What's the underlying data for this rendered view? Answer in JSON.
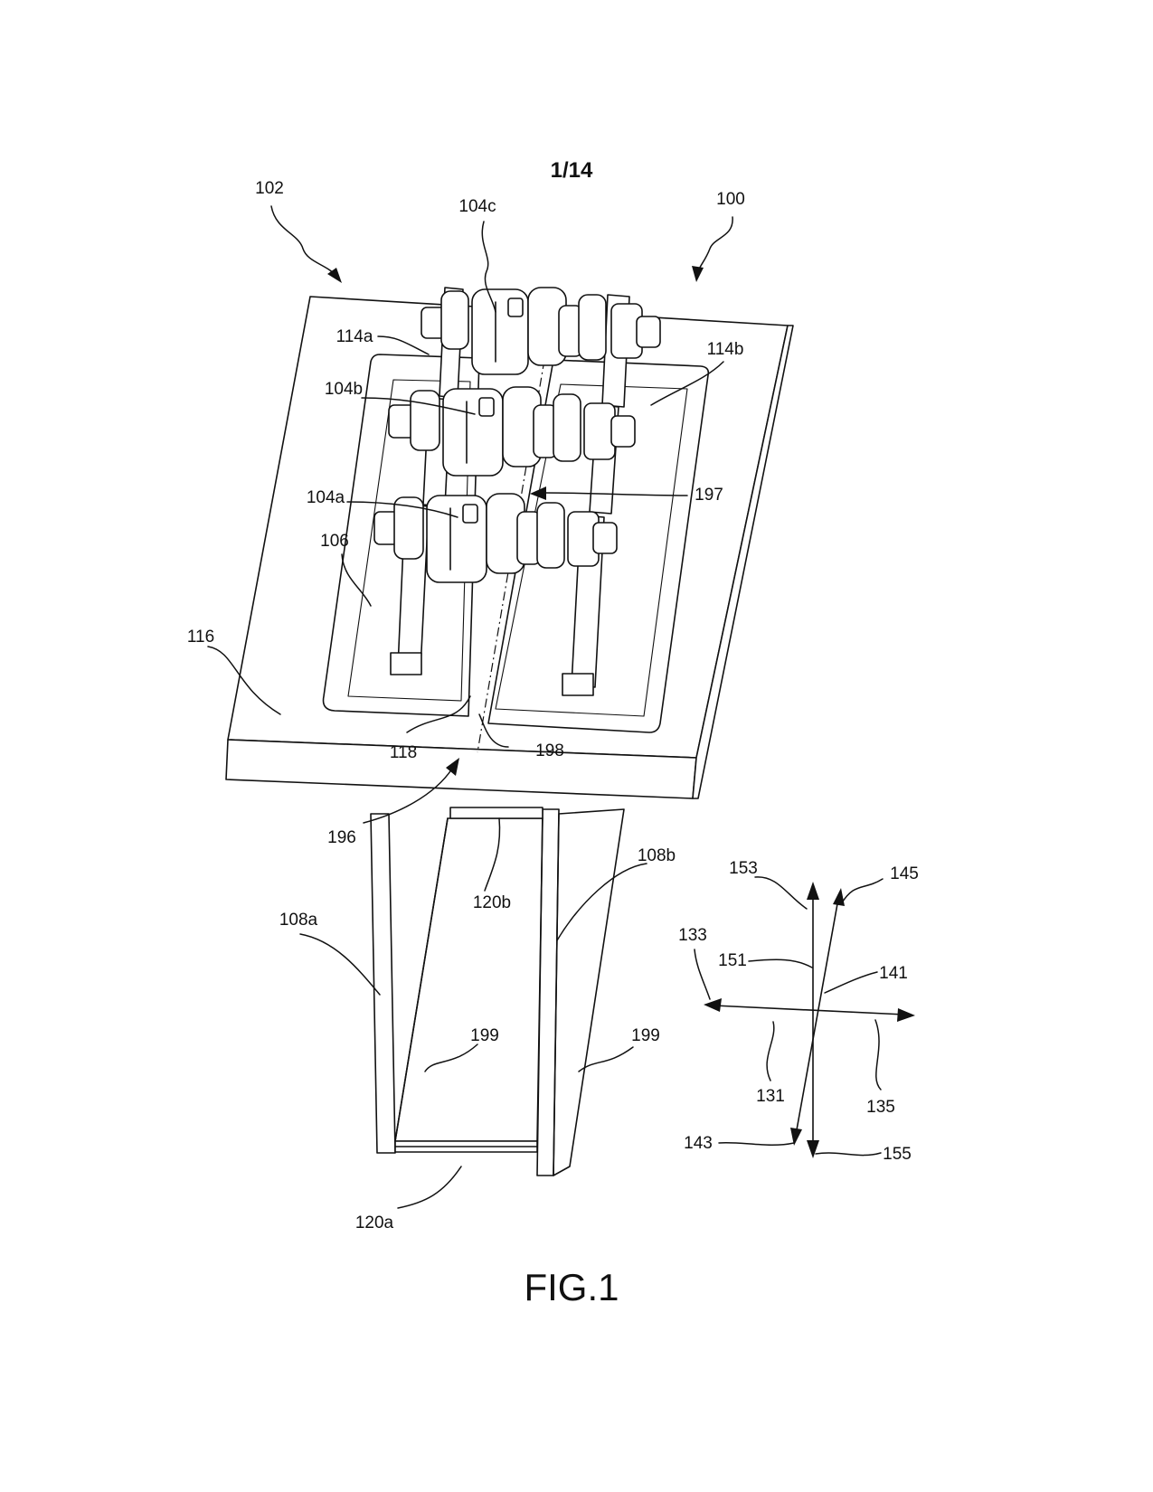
{
  "sheet_label": "1/14",
  "figure_caption": "FIG.1",
  "reference_numerals": {
    "assembly": "100",
    "platform_assembly": "102",
    "roller_a": "104a",
    "roller_b": "104b",
    "roller_c": "104c",
    "base_plate_insert": "106",
    "leg_a": "108a",
    "leg_b": "108b",
    "bracket_a": "114a",
    "bracket_b": "114b",
    "plate": "116",
    "gap": "118",
    "crossbar_a": "120a",
    "crossbar_b": "120b",
    "axis_131": "131",
    "dir_133": "133",
    "dir_135": "135",
    "axis_141": "141",
    "dir_143": "143",
    "dir_145": "145",
    "axis_151": "151",
    "dir_153": "153",
    "dir_155": "155",
    "path_196": "196",
    "path_197": "197",
    "centerline_198": "198",
    "edge_199_left": "199",
    "edge_199_right": "199"
  }
}
